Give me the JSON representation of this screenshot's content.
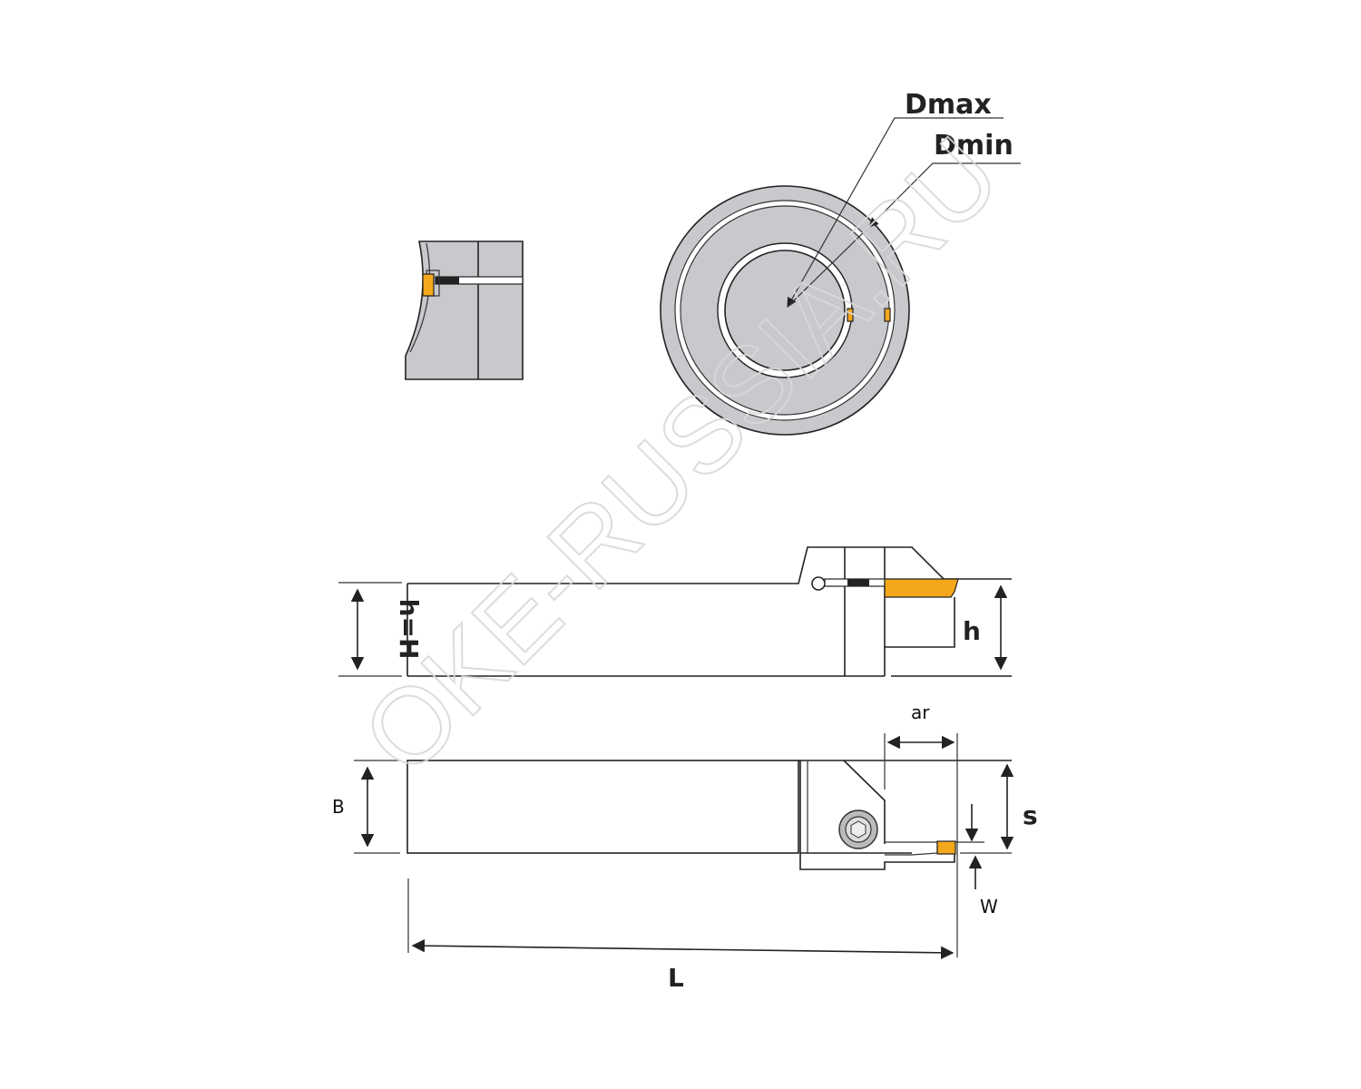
{
  "watermark": "OKE-RUSSIA.RU",
  "labels": {
    "dmax": "Dmax",
    "dmin": "Dmin",
    "h_equals_H": "h=H",
    "h": "h",
    "ar": "ar",
    "B": "B",
    "s": "s",
    "W": "W",
    "L": "L"
  },
  "colors": {
    "body_gray": "#c7c9cd",
    "insert_yellow": "#f3a81b",
    "line": "#222222"
  }
}
